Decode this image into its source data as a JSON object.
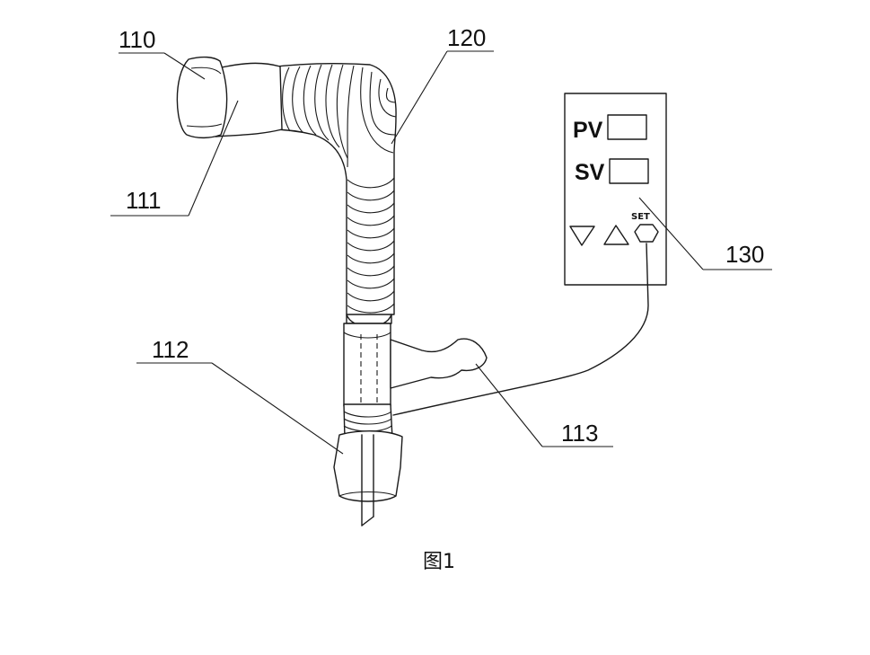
{
  "labels": {
    "l110": "110",
    "l111": "111",
    "l112": "112",
    "l113": "113",
    "l120": "120",
    "l130": "130"
  },
  "controller": {
    "pv_label": "PV",
    "sv_label": "SV",
    "set_label": "SET",
    "down_icon": "triangle-down-icon",
    "up_icon": "triangle-up-icon"
  },
  "caption": "图1",
  "colors": {
    "line": "#1a1a1a",
    "background": "#ffffff"
  }
}
